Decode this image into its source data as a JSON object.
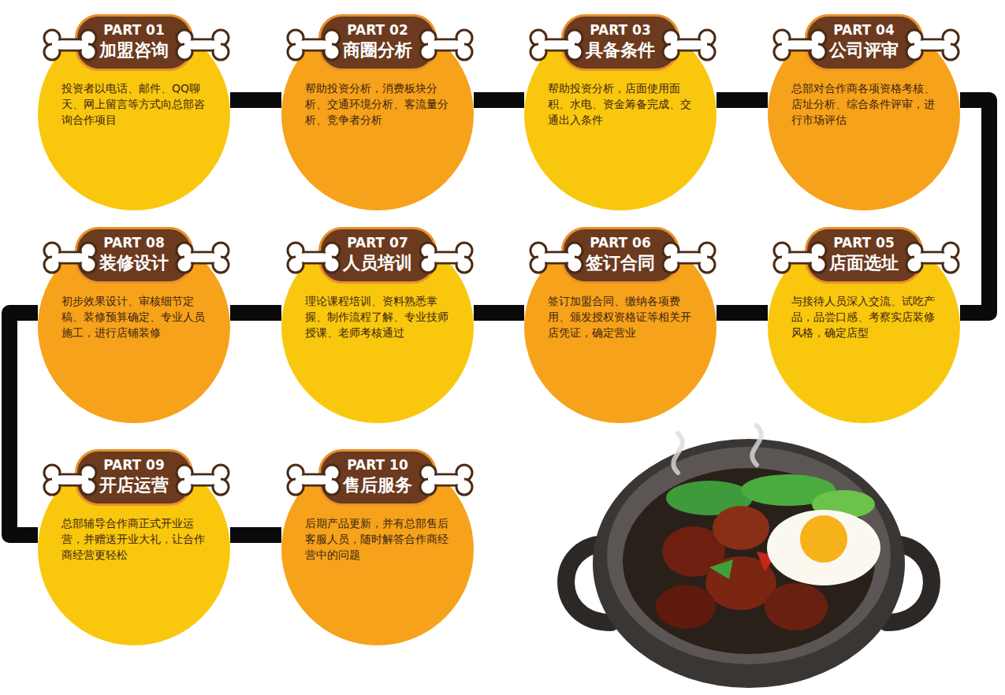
{
  "diagram": {
    "nodes": [
      {
        "text": [
          "投资者以电话、邮件、QQ聊天、网上留言等方式向总部咨询合作项目"
        ]
      },
      {
        "text": [
          "PART 01",
          "加盟咨询"
        ],
        "in": 0
      },
      {
        "text": [
          "帮助投资分析，消费板块分析、交通环境分析、客流量分析、竞争者分析"
        ]
      },
      {
        "text": [
          "PART 02",
          "商圈分析"
        ],
        "in": 2
      },
      {
        "text": [
          "帮助投资分析，店面使用面积、水电、资金筹备完成、交通出入条件"
        ]
      },
      {
        "text": [
          "PART 03",
          "具备条件"
        ],
        "in": 4
      },
      {
        "text": [
          "总部对合作商各项资格考核、店址分析、综合条件评审，进行市场评估"
        ]
      },
      {
        "text": [
          "PART 04",
          "公司评审"
        ],
        "in": 6
      },
      {
        "text": [
          "与接待人员深入交流、试吃产品，品尝口感、考察实店装修风格，确定店型"
        ]
      },
      {
        "text": [
          "PART 05",
          "店面选址"
        ],
        "in": 8
      },
      {
        "text": [
          "签订加盟合同、缴纳各项费用、颁发授权资格证等相关开店凭证，确定营业"
        ]
      },
      {
        "text": [
          "PART 06",
          "签订合同"
        ],
        "in": 10
      },
      {
        "text": [
          "理论课程培训、资料熟悉掌握、制作流程了解、专业技师授课、老师考核通过"
        ]
      },
      {
        "text": [
          "PART 07",
          "人员培训"
        ],
        "in": 12
      },
      {
        "text": [
          "初步效果设计、审核细节定稿、装修预算确定、专业人员施工，进行店铺装修"
        ]
      },
      {
        "text": [
          "PART 08",
          "装修设计"
        ],
        "in": 14
      },
      {
        "text": [
          "总部辅导合作商正式开业运营，并赠送开业大礼，让合作商经营更轻松"
        ]
      },
      {
        "text": [
          "PART 09",
          "开店运营"
        ],
        "in": 16
      },
      {
        "text": [
          "后期产品更新，并有总部售后客服人员，随时解答合作商经营中的问题"
        ]
      },
      {
        "text": [
          "PART 10",
          "售后服务"
        ],
        "in": 18
      }
    ],
    "edges": [
      {
        "from": 0,
        "to": 2,
        "arrow": "none"
      },
      {
        "from": 2,
        "to": 4,
        "arrow": "none"
      },
      {
        "from": 4,
        "to": 6,
        "arrow": "none"
      },
      {
        "from": 6,
        "to": 8,
        "arrow": "none"
      },
      {
        "from": 8,
        "to": 10,
        "arrow": "none"
      },
      {
        "from": 10,
        "to": 12,
        "arrow": "none"
      },
      {
        "from": 12,
        "to": 14,
        "arrow": "none"
      },
      {
        "from": 14,
        "to": 16,
        "arrow": "none"
      },
      {
        "from": 16,
        "to": 18,
        "arrow": "none"
      }
    ]
  }
}
